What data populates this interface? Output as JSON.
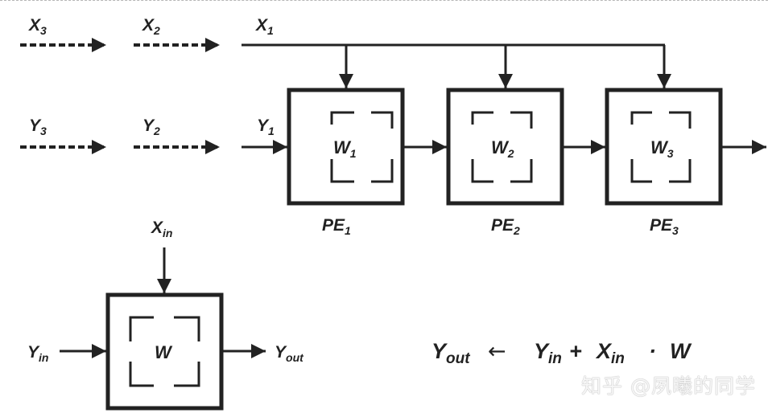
{
  "colors": {
    "stroke": "#222222",
    "box_fill": "#ffffff",
    "background": "#ffffff"
  },
  "inputs": {
    "x": [
      {
        "base": "X",
        "sub": "3",
        "dashed": true
      },
      {
        "base": "X",
        "sub": "2",
        "dashed": true
      },
      {
        "base": "X",
        "sub": "1",
        "dashed": false
      }
    ],
    "y": [
      {
        "base": "Y",
        "sub": "3",
        "dashed": true
      },
      {
        "base": "Y",
        "sub": "2",
        "dashed": true
      },
      {
        "base": "Y",
        "sub": "1",
        "dashed": false
      }
    ]
  },
  "pes": [
    {
      "weight": {
        "base": "W",
        "sub": "1"
      },
      "label": {
        "base": "PE",
        "sub": "1"
      }
    },
    {
      "weight": {
        "base": "W",
        "sub": "2"
      },
      "label": {
        "base": "PE",
        "sub": "2"
      }
    },
    {
      "weight": {
        "base": "W",
        "sub": "3"
      },
      "label": {
        "base": "PE",
        "sub": "3"
      }
    }
  ],
  "single_pe": {
    "x_in": {
      "base": "X",
      "sub": "in"
    },
    "y_in": {
      "base": "Y",
      "sub": "in"
    },
    "y_out": {
      "base": "Y",
      "sub": "out"
    },
    "weight": "W"
  },
  "equation": {
    "lhs": {
      "base": "Y",
      "sub": "out"
    },
    "arrow": "←",
    "term1": {
      "base": "Y",
      "sub": "in"
    },
    "plus": "+",
    "term2": {
      "base": "X",
      "sub": "in"
    },
    "dot": "·",
    "term3": "W"
  },
  "watermark": "知乎 @夙曦的同学"
}
